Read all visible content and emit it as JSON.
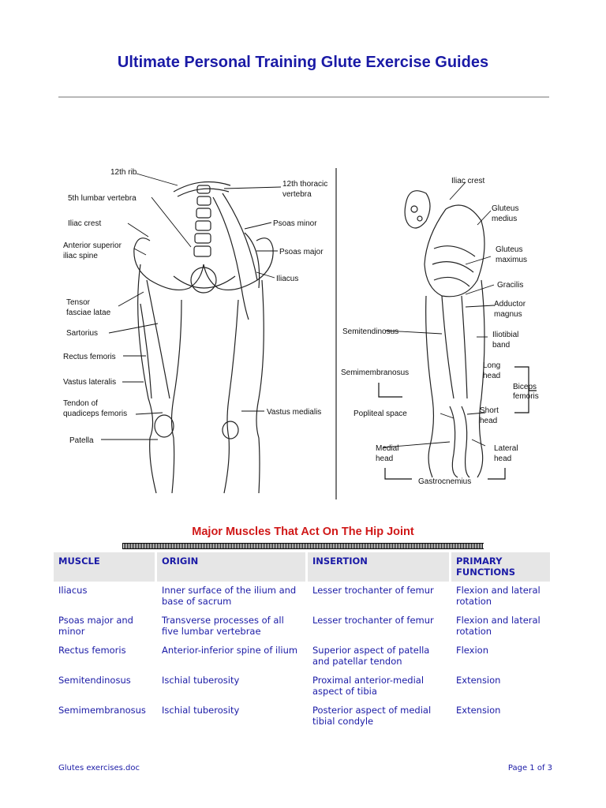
{
  "title": "Ultimate Personal Training Glute Exercise Guides",
  "figure": {
    "front_labels": {
      "rib12": "12th rib",
      "lumbar5": "5th lumbar vertebra",
      "iliac_crest": "Iliac crest",
      "asis_1": "Anterior superior",
      "asis_2": "iliac spine",
      "tensor_1": "Tensor",
      "tensor_2": "fasciae latae",
      "sartorius": "Sartorius",
      "rectus": "Rectus femoris",
      "vastus_lat": "Vastus lateralis",
      "tendon_1": "Tendon of",
      "tendon_2": "quadiceps femoris",
      "patella": "Patella",
      "thoracic_1": "12th thoracic",
      "thoracic_2": "vertebra",
      "psoas_minor": "Psoas minor",
      "psoas_major": "Psoas major",
      "iliacus": "Iliacus",
      "vastus_med": "Vastus medialis"
    },
    "back_labels": {
      "iliac_crest": "Iliac crest",
      "glut_med_1": "Gluteus",
      "glut_med_2": "medius",
      "glut_max_1": "Gluteus",
      "glut_max_2": "maximus",
      "gracilis": "Gracilis",
      "adductor_1": "Adductor",
      "adductor_2": "magnus",
      "iliotibial_1": "Iliotibial",
      "iliotibial_2": "band",
      "long_head_1": "Long",
      "long_head_2": "head",
      "biceps_1": "Biceps",
      "biceps_2": "femoris",
      "short_head_1": "Short",
      "short_head_2": "head",
      "lateral_head_1": "Lateral",
      "lateral_head_2": "head",
      "semitend": "Semitendinosus",
      "semimemb": "Semimembranosus",
      "popliteal": "Popliteal space",
      "medial_head_1": "Medial",
      "medial_head_2": "head",
      "gastro": "Gastrocnemius"
    }
  },
  "table_title": "Major Muscles That Act On The Hip Joint",
  "table": {
    "headers": [
      "MUSCLE",
      "ORIGIN",
      "INSERTION",
      "PRIMARY FUNCTIONS"
    ],
    "rows": [
      [
        "Iliacus",
        "Inner surface of the ilium and base of sacrum",
        "Lesser trochanter of femur",
        "Flexion and lateral rotation"
      ],
      [
        "Psoas major and minor",
        "Transverse processes of all five lumbar vertebrae",
        "Lesser trochanter of femur",
        "Flexion and lateral rotation"
      ],
      [
        "Rectus femoris",
        "Anterior-inferior spine of ilium",
        "Superior aspect of patella and patellar tendon",
        "Flexion"
      ],
      [
        "Semitendinosus",
        "Ischial tuberosity",
        "Proximal anterior-medial aspect of tibia",
        "Extension"
      ],
      [
        "Semimembranosus",
        "Ischial tuberosity",
        "Posterior aspect of medial tibial condyle",
        "Extension"
      ]
    ]
  },
  "footer": {
    "filename": "Glutes exercises.doc",
    "page": "Page 1 of 3"
  },
  "colors": {
    "heading": "#1a1aa6",
    "table_title": "#d01818",
    "header_bg": "#e6e6e6"
  }
}
